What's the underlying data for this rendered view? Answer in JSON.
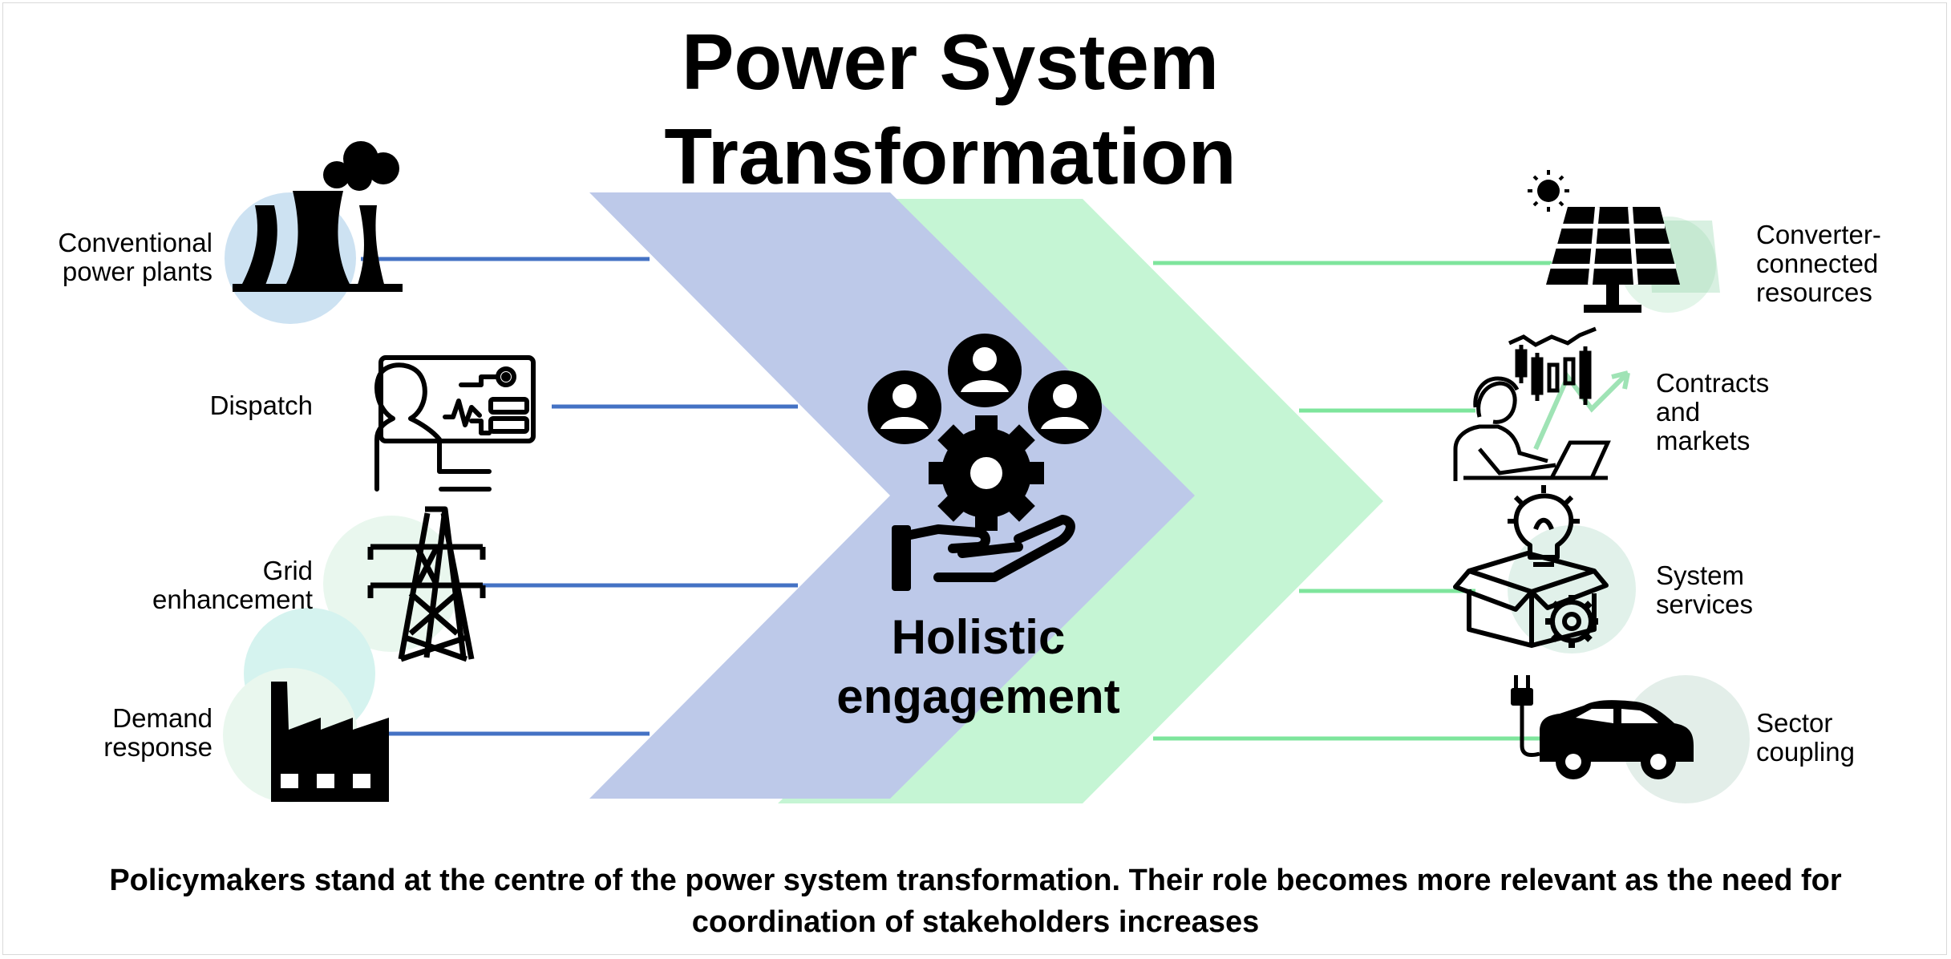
{
  "title": "Power System\nTransformation",
  "center_label": "Holistic\nengagement",
  "left_items": [
    {
      "label": "Conventional\npower plants",
      "icon": "factory-cooling-tower-icon"
    },
    {
      "label": "Dispatch",
      "icon": "dispatch-operator-icon"
    },
    {
      "label": "Grid\nenhancement",
      "icon": "transmission-tower-icon"
    },
    {
      "label": "Demand\nresponse",
      "icon": "industrial-factory-icon"
    }
  ],
  "right_items": [
    {
      "label": "Converter-\nconnected\nresources",
      "icon": "solar-panel-icon"
    },
    {
      "label": "Contracts\nand\nmarkets",
      "icon": "trader-laptop-icon"
    },
    {
      "label": "System\nservices",
      "icon": "box-lightbulb-gear-icon"
    },
    {
      "label": "Sector\ncoupling",
      "icon": "electric-car-icon"
    }
  ],
  "center_icon": "hand-gear-people-icon",
  "caption": "Policymakers stand at the centre of the power system transformation. Their role becomes more relevant as the need for coordination of stakeholders increases",
  "colors": {
    "blue_chevron": "#bdc9e9",
    "green_chevron": "#c5f5d4",
    "blue_line": "#4472c4",
    "green_line": "#7ee59c",
    "circle_blue": "#cde2f2",
    "circle_teal": "#d5f3ef",
    "circle_green": "#e9f7ee",
    "icon": "#000000"
  }
}
